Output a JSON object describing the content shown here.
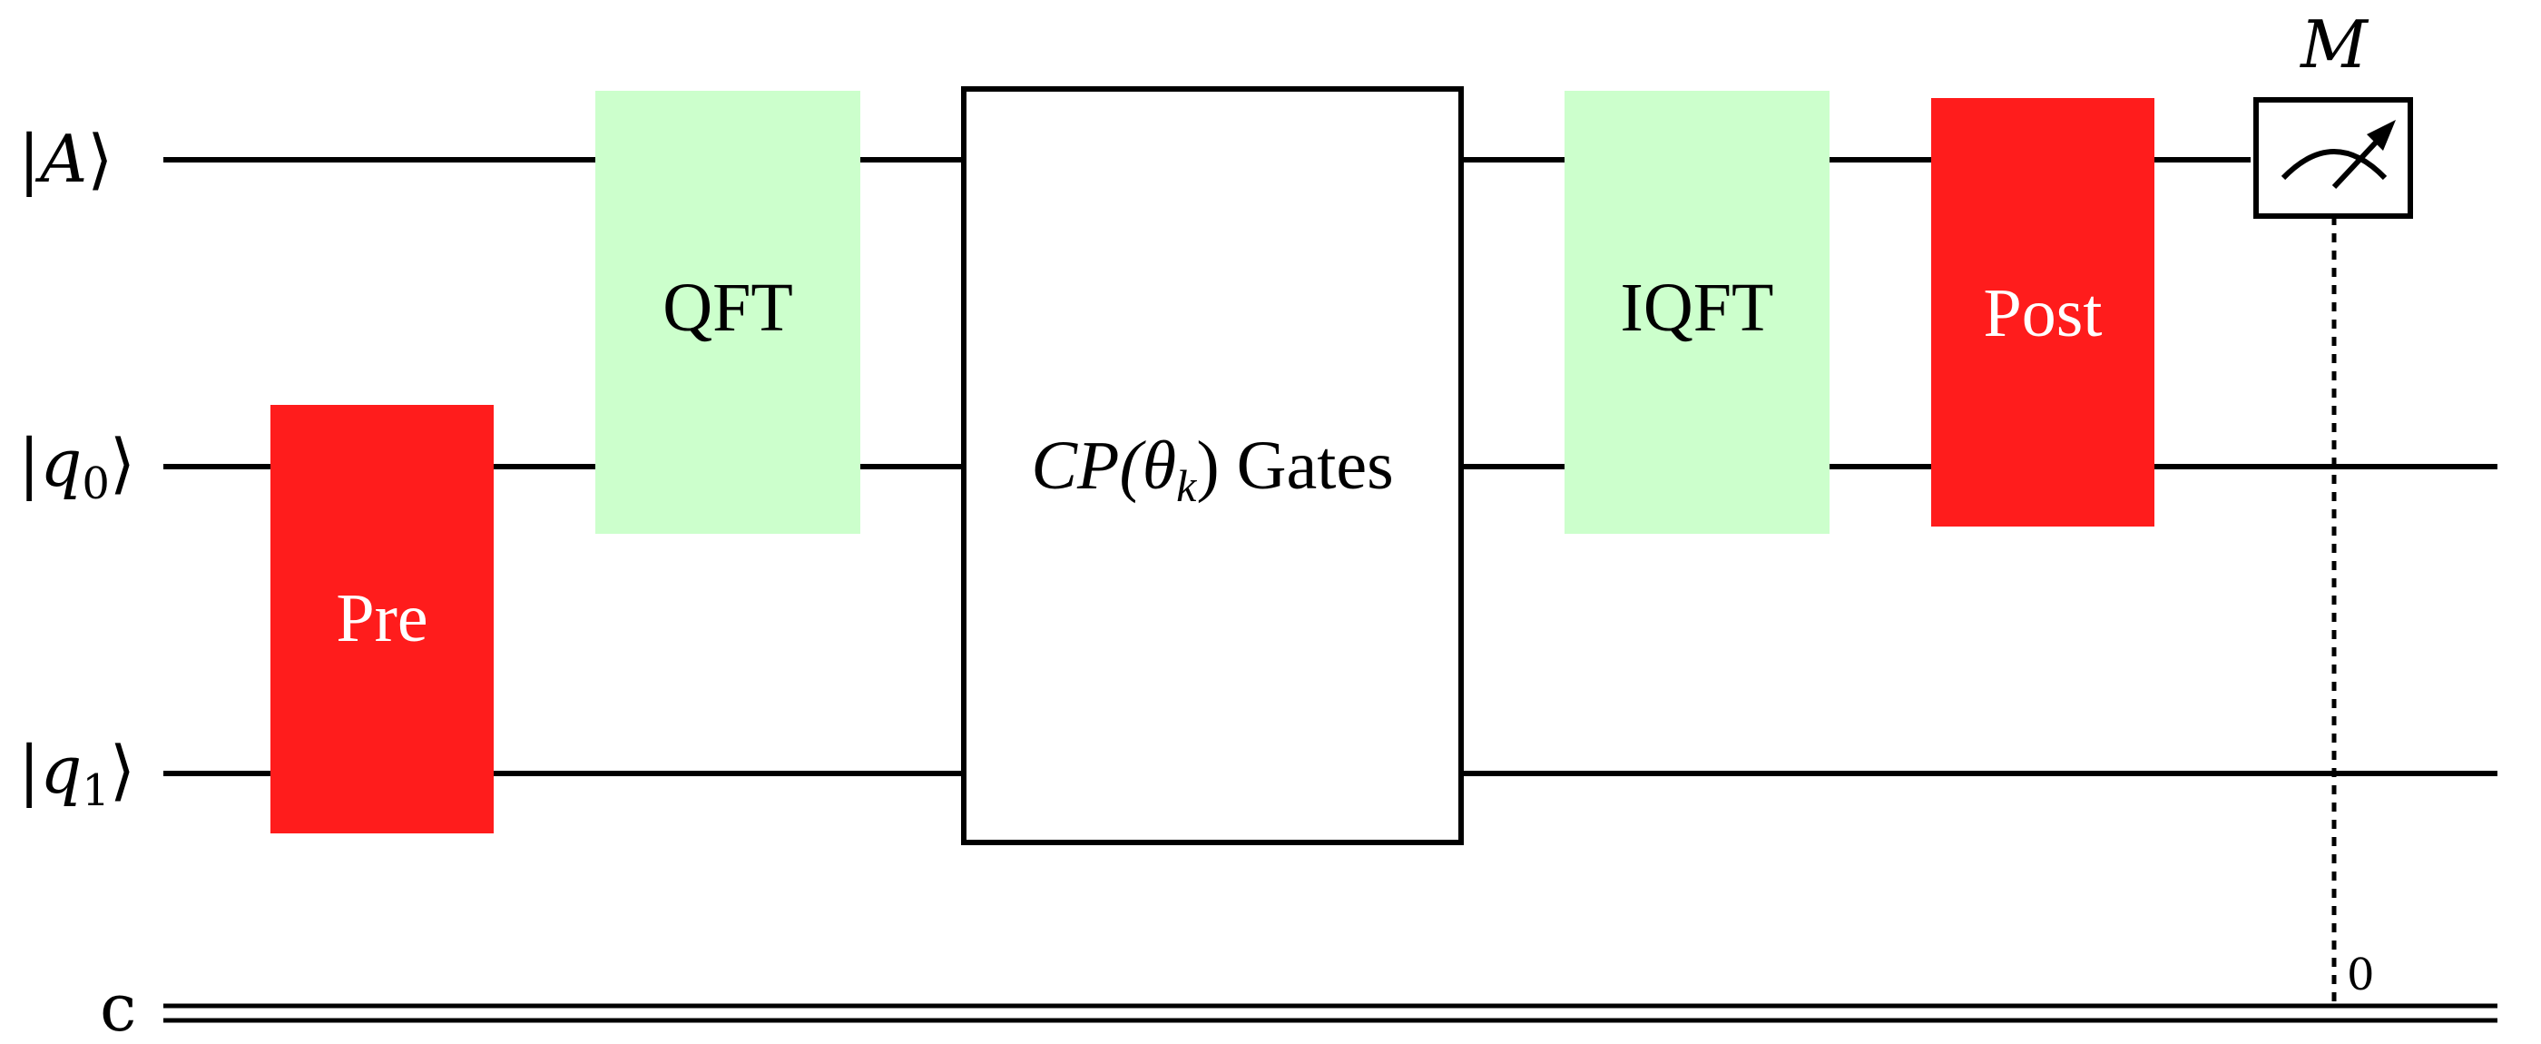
{
  "colors": {
    "pre_post_fill": "#ff1c1c",
    "qft_fill": "#ccffcc",
    "wire": "#000000",
    "box_fill": "#ffffff"
  },
  "qubits": [
    {
      "ket_left": "|",
      "symbol": "A",
      "subscript": "",
      "ket_right": "⟩"
    },
    {
      "ket_left": "|",
      "symbol": "q",
      "subscript": "0",
      "ket_right": "⟩"
    },
    {
      "ket_left": "|",
      "symbol": "q",
      "subscript": "1",
      "ket_right": "⟩"
    }
  ],
  "classical_register": {
    "label": "c",
    "bit_index": "0"
  },
  "gates": {
    "pre": "Pre",
    "qft": "QFT",
    "cp": {
      "prefix": "CP(",
      "theta": "θ",
      "sub": "k",
      "suffix": ") Gates"
    },
    "iqft": "IQFT",
    "post": "Post"
  },
  "measurement": {
    "label": "M",
    "icon": "meter-icon"
  }
}
